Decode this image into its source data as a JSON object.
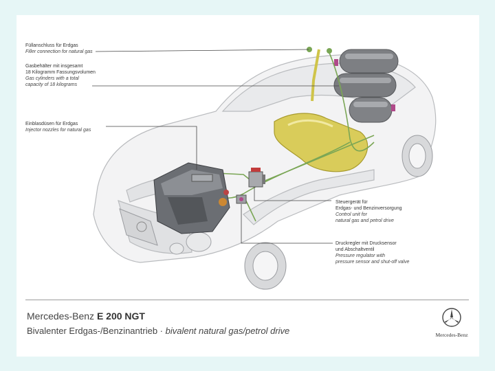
{
  "labels": {
    "filler": {
      "de": "Füllanschluss für Erdgas",
      "en": "Filler connection for natural gas"
    },
    "cylinders": {
      "de1": "Gasbehälter mit insgesamt",
      "de2": "18 Kilogramm Fassungsvolumen",
      "en1": "Gas cylinders with a total",
      "en2": "capacity of 18 kilograms"
    },
    "injectors": {
      "de": "Einblasdüsen für Erdgas",
      "en": "Injector nozzles for natural gas"
    },
    "control": {
      "de1": "Steuergerät für",
      "de2": "Erdgas- und Benzinversorgung",
      "en1": "Control unit for",
      "en2": "natural gas and petrol drive"
    },
    "regulator": {
      "de1": "Druckregler mit Drucksensor",
      "de2": "und Abschaltventil",
      "en1": "Pressure regulator with",
      "en2": "pressure sensor and shut-off valve"
    }
  },
  "footer": {
    "title_prefix": "Mercedes-Benz ",
    "title_bold": "E 200 NGT",
    "subtitle_de": "Bivalenter Erdgas-/Benzinantrieb · ",
    "subtitle_en": "bivalent natural gas/petrol drive",
    "logo_text": "Mercedes-Benz"
  },
  "colors": {
    "background": "#e6f6f6",
    "gas_line": "#7aa655",
    "tank": "#d9cc5a",
    "cylinder": "#7d7f83"
  }
}
